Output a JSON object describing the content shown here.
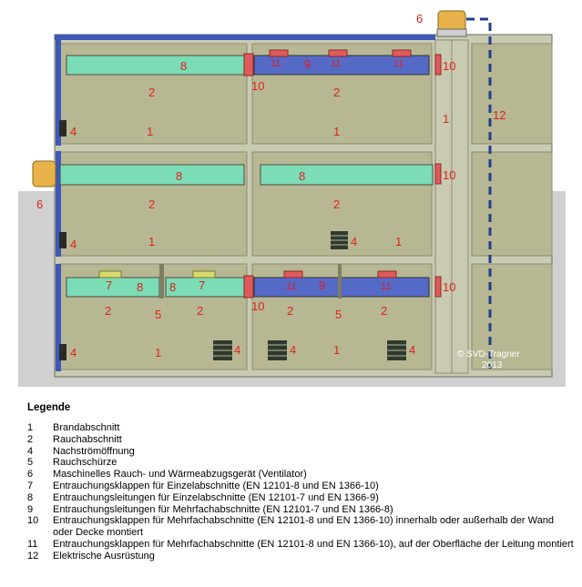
{
  "diagram": {
    "labels": {
      "brandabschnitt": "1",
      "rauchabschnitt": "2",
      "nachstroemoeffnung": "4",
      "rauchschuerze": "5",
      "ventilator": "6",
      "klappe_einzel": "7",
      "leitung_einzel": "8",
      "leitung_mehrfach": "9",
      "klappe_mehrfach_wand": "10",
      "klappe_mehrfach_oberflaeche": "11",
      "elektrik": "12"
    },
    "copyright_line1": "© SVD-Tragner",
    "copyright_line2": "2013",
    "colors": {
      "room": "#b7b893",
      "wall": "#c9cab2",
      "duct_single": "#7bdcb5",
      "duct_multi": "#5569c7",
      "damper_red": "#e05a5a",
      "damper_yellow": "#d9d96e",
      "fan": "#e8b24a",
      "ground": "#d0d0d0",
      "label": "#e0201e",
      "electric": "#1f3f8a"
    }
  },
  "legend": {
    "title": "Legende",
    "items": [
      {
        "num": "1",
        "text": "Brandabschnitt"
      },
      {
        "num": "2",
        "text": "Rauchabschnitt"
      },
      {
        "num": "4",
        "text": "Nachströmöffnung"
      },
      {
        "num": "5",
        "text": "Rauchschürze"
      },
      {
        "num": "6",
        "text": "Maschinelles Rauch- und Wärmeabzugsgerät (Ventilator)"
      },
      {
        "num": "7",
        "text": "Entrauchungsklappen für Einzelabschnitte (EN 12101-8 und EN 1366-10)"
      },
      {
        "num": "8",
        "text": "Entrauchungsleitungen für Einzelabschnitte (EN 12101-7 und EN 1366-9)"
      },
      {
        "num": "9",
        "text": "Entrauchungsleitungen für Mehrfachabschnitte (EN 12101-7 und EN 1366-8)"
      },
      {
        "num": "10",
        "text": "Entrauchungsklappen für Mehrfachabschnitte (EN 12101-8 und EN 1366-10) innerhalb oder außerhalb der Wand oder Decke montiert"
      },
      {
        "num": "11",
        "text": "Entrauchungsklappen für Mehrfachabschnitte (EN 12101-8 und EN 1366-10), auf der Oberfläche der Leitung montiert"
      },
      {
        "num": "12",
        "text": "Elektrische Ausrüstung"
      }
    ]
  }
}
